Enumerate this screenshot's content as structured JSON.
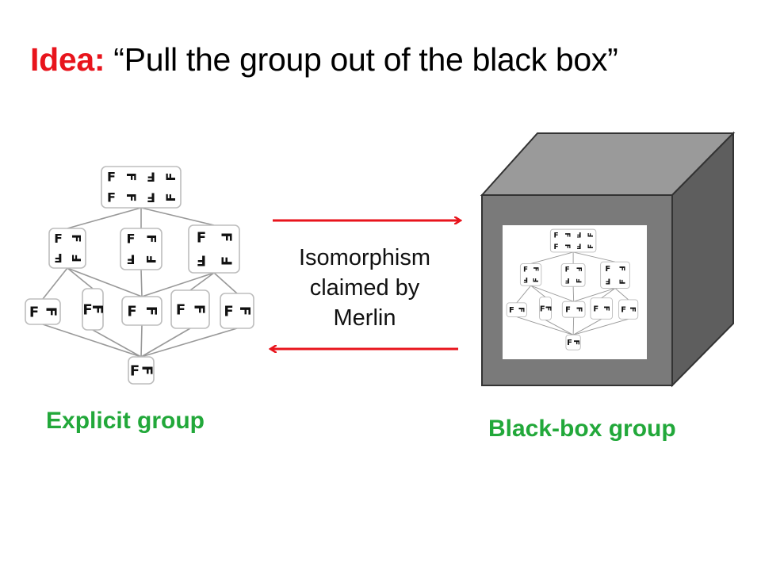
{
  "title": {
    "keyword": "Idea:",
    "quote": " “Pull the group out of the black box”"
  },
  "explicit_group": {
    "caption": "Explicit group"
  },
  "black_box_group": {
    "caption": "Black-box group"
  },
  "middle": {
    "lines": [
      "Isomorphism",
      "claimed by",
      "Merlin"
    ]
  },
  "colors": {
    "title_keyword": "#e8141c",
    "caption": "#22a83a",
    "arrow": "#e8141c",
    "box_front": "#7a7a7a",
    "box_top": "#9a9a9a",
    "box_side": "#5e5e5e"
  },
  "icons": {
    "lattice_node_glyph": "F"
  }
}
